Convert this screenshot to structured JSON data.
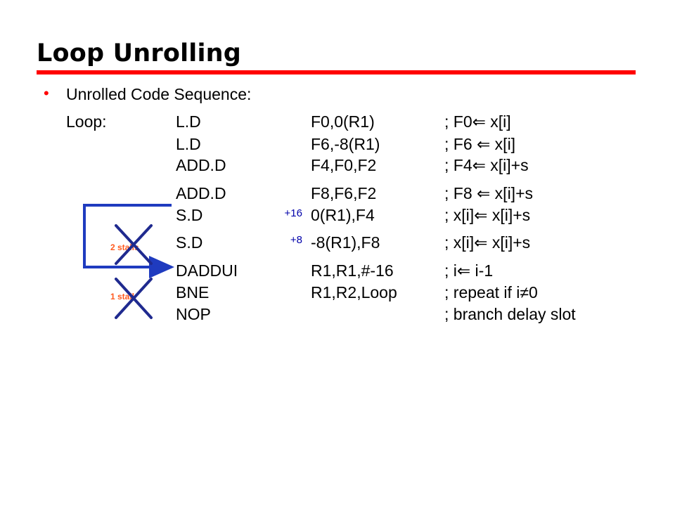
{
  "slide": {
    "title": "Loop Unrolling",
    "bullet_text": "Unrolled Code Sequence:"
  },
  "code": [
    {
      "label": "Loop:",
      "op": "L.D",
      "args": "F0,0(R1)",
      "comment": "; F0⇐ x[i]"
    },
    {
      "label": "",
      "op": "L.D",
      "args": "F6,-8(R1)",
      "comment": "; F6 ⇐ x[i]"
    },
    {
      "label": "",
      "op": "ADD.D",
      "args": "F4,F0,F2",
      "comment": "; F4⇐ x[i]+s"
    },
    {
      "label": "",
      "op": "ADD.D",
      "args": "F8,F6,F2",
      "comment": "; F8 ⇐ x[i]+s"
    },
    {
      "label": "",
      "op": "S.D",
      "args": "0(R1),F4",
      "comment": "; x[i]⇐ x[i]+s"
    },
    {
      "label": "",
      "op": "S.D",
      "args": "-8(R1),F8",
      "comment": "; x[i]⇐ x[i]+s"
    },
    {
      "label": "",
      "op": "DADDUI",
      "args": "R1,R1,#-16",
      "comment": "; i⇐ i-1"
    },
    {
      "label": "",
      "op": "BNE",
      "args": "R1,R2,Loop",
      "comment": "; repeat if i≠0"
    },
    {
      "label": "",
      "op": "NOP",
      "args": "",
      "comment": "; branch delay slot"
    }
  ],
  "offsets": {
    "sd1": "+16",
    "sd2": "+8"
  },
  "annotations": {
    "stalls_2": "2 stalls",
    "stall_1": "1 stall"
  },
  "colors": {
    "title_rule": "#ff0000",
    "arrow": "#1f3bbf",
    "cross": "#1f2a8f",
    "stall_text": "#ff5a1f",
    "offset_text": "#0000aa"
  }
}
